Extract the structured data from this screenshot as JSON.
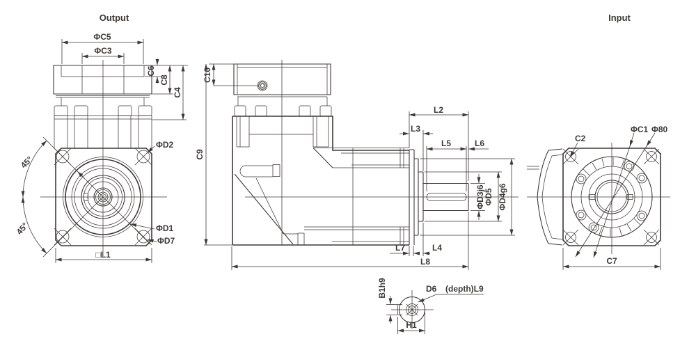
{
  "drawing": {
    "output_view": {
      "title": "Output",
      "labels": {
        "phi_c5": "ΦC5",
        "phi_c3": "ΦC3",
        "c6": "C6",
        "c8": "C8",
        "c4": "C4",
        "phi_d2": "ΦD2",
        "angle_upper": "45°",
        "angle_lower": "45°",
        "phi_d1": "ΦD1",
        "phi_d7": "ΦD7",
        "square_l1": "□L1"
      }
    },
    "side_view": {
      "labels": {
        "c10": "C10",
        "c9": "C9",
        "l2": "L2",
        "l3": "L3",
        "l5": "L5",
        "l6": "L6",
        "phi_d3": "ΦD3j6",
        "phi_d5": "ΦD5",
        "phi_d4": "ΦD4g6",
        "l7": "L7",
        "l4": "L4",
        "l8": "L8"
      }
    },
    "input_view": {
      "title": "Input",
      "labels": {
        "c2": "C2",
        "phi_c1": "ΦC1",
        "phi_80": "Φ80",
        "c7": "C7"
      }
    },
    "shaft_end_detail": {
      "labels": {
        "b1": "B1h9",
        "d6": "D6",
        "depth_l9": "(depth)L9",
        "h1": "H1"
      }
    },
    "colors": {
      "line": "#3d3935",
      "background": "#ffffff"
    }
  }
}
